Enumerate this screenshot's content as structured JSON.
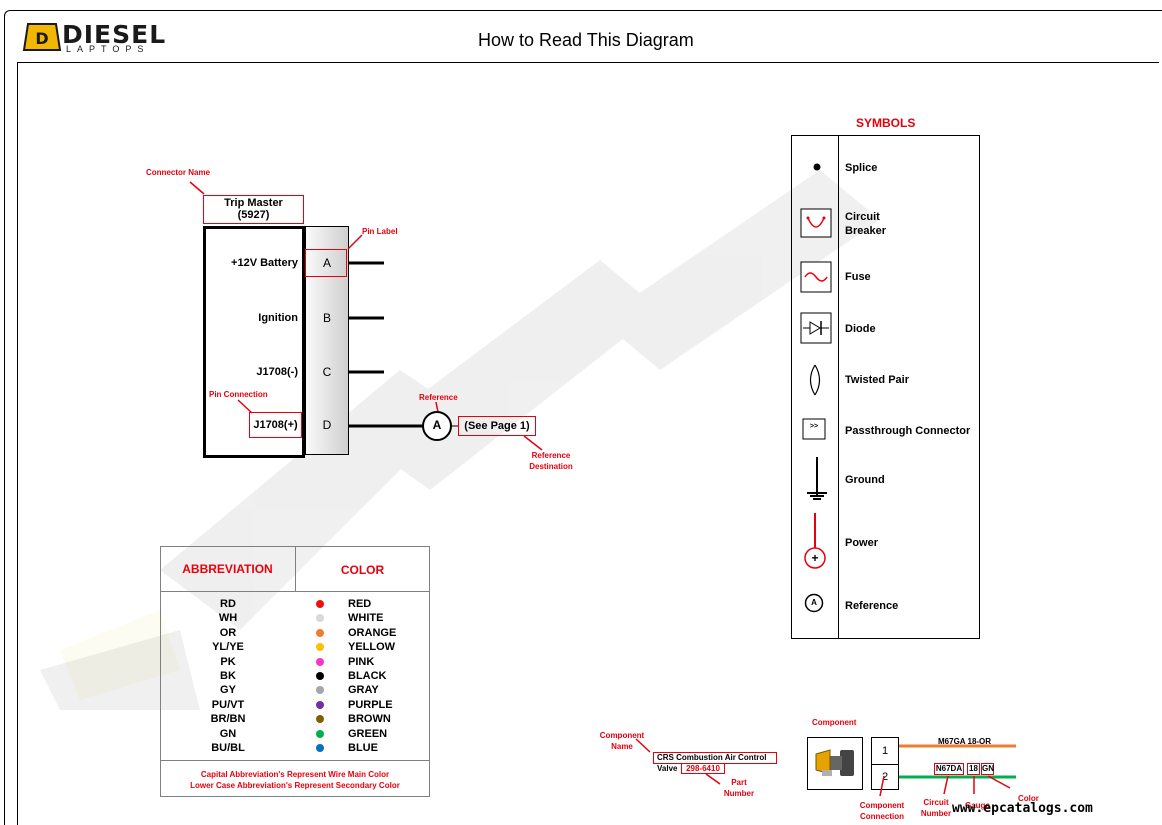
{
  "header": {
    "title": "How to Read This Diagram"
  },
  "logo": {
    "main": "DIESEL",
    "sub": "LAPTOPS",
    "badge": "D"
  },
  "connector_example": {
    "label_connector_name": "Connector Name",
    "connector_name": "Trip Master",
    "connector_number": "(5927)",
    "label_pin_label": "Pin Label",
    "label_pin_connection": "Pin Connection",
    "pins": [
      {
        "name": "+12V Battery",
        "pin": "A"
      },
      {
        "name": "Ignition",
        "pin": "B"
      },
      {
        "name": "J1708(-)",
        "pin": "C"
      },
      {
        "name": "J1708(+)",
        "pin": "D"
      }
    ],
    "label_reference": "Reference",
    "reference_letter": "A",
    "reference_destination": "(See Page 1)",
    "label_reference_destination": "Reference Destination"
  },
  "symbols": {
    "title": "SYMBOLS",
    "items": [
      {
        "label": "Splice",
        "icon": "splice-icon"
      },
      {
        "label": "Circuit Breaker",
        "icon": "circuit-breaker-icon"
      },
      {
        "label": "Fuse",
        "icon": "fuse-icon"
      },
      {
        "label": "Diode",
        "icon": "diode-icon"
      },
      {
        "label": "Twisted Pair",
        "icon": "twisted-pair-icon"
      },
      {
        "label": "Passthrough Connector",
        "icon": "passthrough-connector-icon",
        "glyph": ">>"
      },
      {
        "label": "Ground",
        "icon": "ground-icon"
      },
      {
        "label": "Power",
        "icon": "power-icon",
        "glyph": "+"
      },
      {
        "label": "Reference",
        "icon": "reference-icon",
        "glyph": "A"
      }
    ],
    "accent": "#e8000d"
  },
  "abbreviations": {
    "header_abbr": "ABBREVIATION",
    "header_color": "COLOR",
    "rows": [
      {
        "abbr": "RD",
        "color": "RED",
        "hex": "#ee1111"
      },
      {
        "abbr": "WH",
        "color": "WHITE",
        "hex": "#d9d9d9"
      },
      {
        "abbr": "OR",
        "color": "ORANGE",
        "hex": "#ed7d31"
      },
      {
        "abbr": "YL/YE",
        "color": "YELLOW",
        "hex": "#ffc000"
      },
      {
        "abbr": "PK",
        "color": "PINK",
        "hex": "#ff33cc"
      },
      {
        "abbr": "BK",
        "color": "BLACK",
        "hex": "#000000"
      },
      {
        "abbr": "GY",
        "color": "GRAY",
        "hex": "#a6a6a6"
      },
      {
        "abbr": "PU/VT",
        "color": "PURPLE",
        "hex": "#7030a0"
      },
      {
        "abbr": "BR/BN",
        "color": "BROWN",
        "hex": "#7f5f00"
      },
      {
        "abbr": "GN",
        "color": "GREEN",
        "hex": "#00b050"
      },
      {
        "abbr": "BU/BL",
        "color": "BLUE",
        "hex": "#0070c0"
      }
    ],
    "note_line1": "Capital Abbreviation's Represent Wire Main Color",
    "note_line2": "Lower Case Abbreviation's Represent Secondary Color"
  },
  "component_example": {
    "label_component_name": "Component Name",
    "component_name_line1": "CRS Combustion Air Control",
    "component_name_line2": "Valve",
    "part_number": "298-6410",
    "label_part_number": "Part Number",
    "label_component": "Component",
    "pins": [
      "1",
      "2"
    ],
    "wire1_label": "M67GA 18-OR",
    "wire1_color": "#ed7d31",
    "wire2_circuit": "N67DA",
    "wire2_gauge": "18",
    "wire2_color_code": "GN",
    "wire2_color": "#00b050",
    "label_component_connection": "Component Connection",
    "label_circuit_number": "Circuit Number",
    "label_gauge": "Gauge",
    "label_color": "Color"
  },
  "footer": {
    "watermark_url": "www.epcatalogs.com"
  }
}
